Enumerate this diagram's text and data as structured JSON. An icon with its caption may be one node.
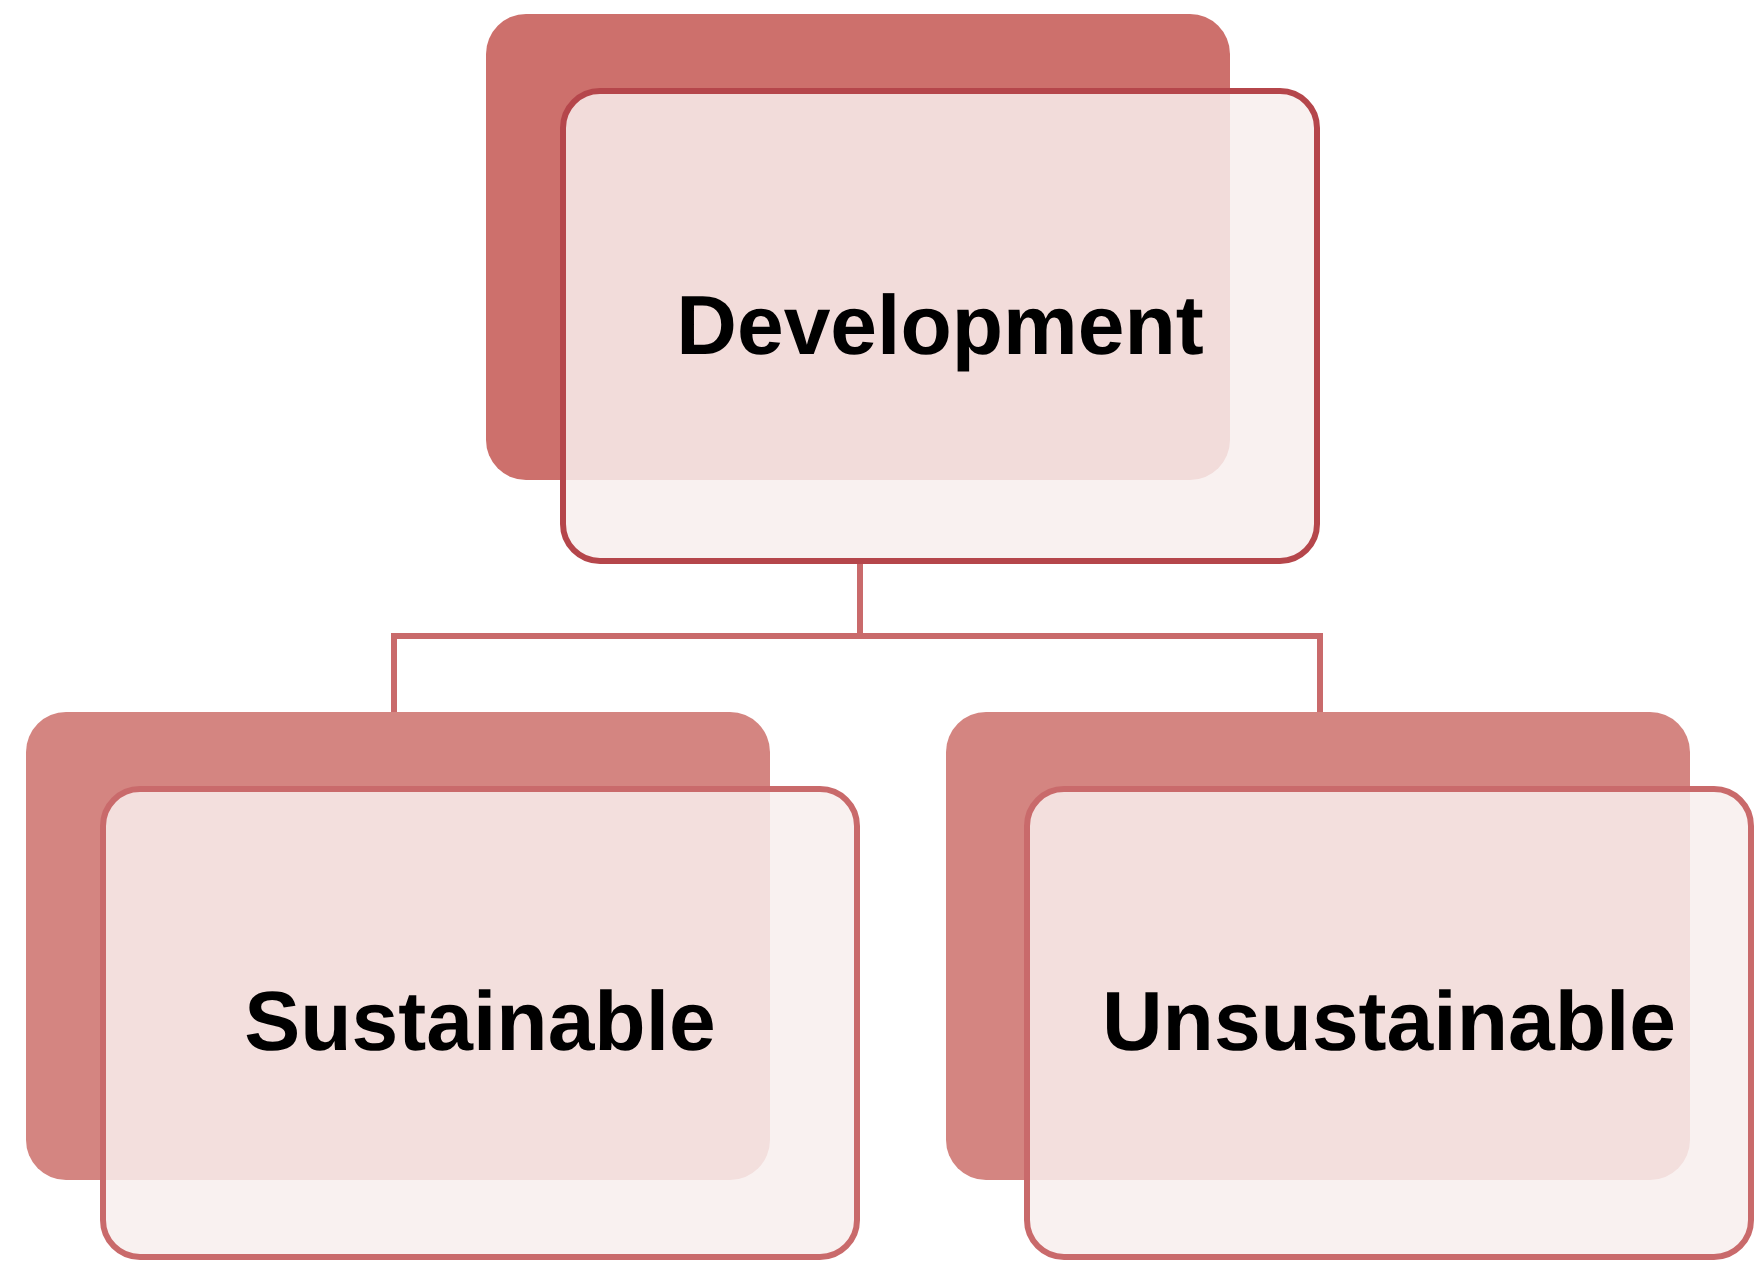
{
  "diagram": {
    "nodes": [
      {
        "text": [
          "Development"
        ]
      },
      {
        "text": [
          "Sustainable"
        ]
      },
      {
        "text": [
          "Unsustainable"
        ]
      }
    ],
    "edges": [
      {
        "from": 0,
        "to": 1,
        "arrow": "none"
      },
      {
        "from": 0,
        "to": 2,
        "arrow": "none"
      }
    ]
  }
}
